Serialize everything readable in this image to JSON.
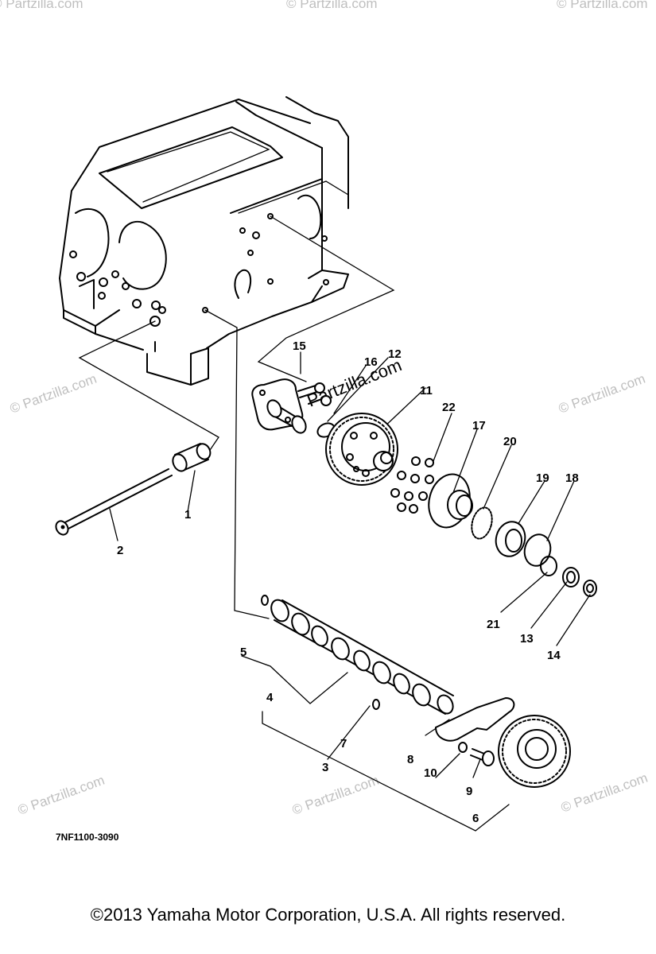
{
  "diagram": {
    "callouts": [
      "1",
      "2",
      "3",
      "4",
      "5",
      "6",
      "7",
      "8",
      "9",
      "10",
      "11",
      "12",
      "13",
      "14",
      "15",
      "16",
      "17",
      "18",
      "19",
      "20",
      "21",
      "22"
    ],
    "figure_code": "7NF1100-3090"
  },
  "watermarks": {
    "small": "© Partzilla.com",
    "center": "Partzilla.com"
  },
  "footer": {
    "copyright": "©2013  Yamaha Motor Corporation, U.S.A. All rights reserved."
  }
}
